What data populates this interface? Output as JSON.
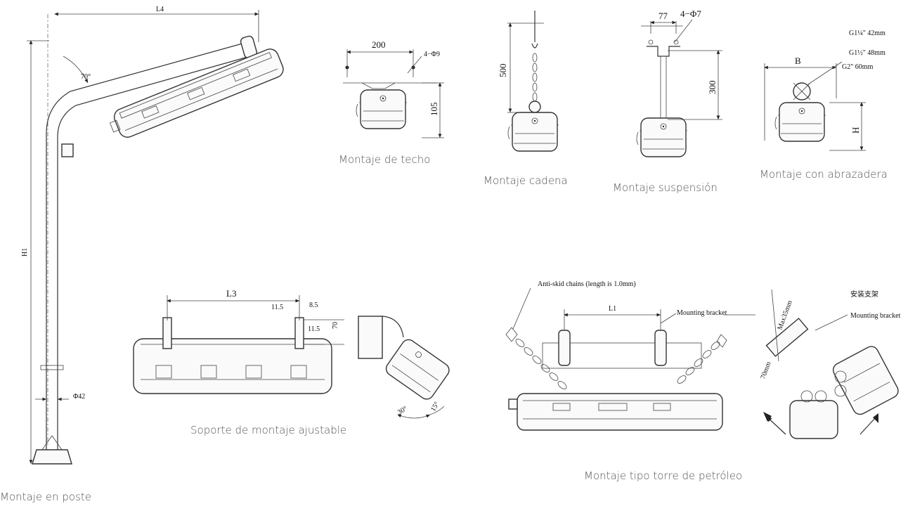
{
  "captions": {
    "pole": "Montaje en poste",
    "ceiling": "Montaje de techo",
    "chain": "Montaje cadena",
    "suspension": "Montaje suspensión",
    "clamp": "Montaje con abrazadera",
    "adjustable": "Soporte de montaje ajustable",
    "oil_tower": "Montaje tipo torre de petróleo"
  },
  "dimensions": {
    "pole_l4": "L4",
    "pole_h1": "H1",
    "pole_angle": "70°",
    "pole_dia": "Φ42",
    "ceiling_width": "200",
    "ceiling_holes": "4−Φ9",
    "ceiling_height": "105",
    "chain_length": "500",
    "susp_width": "77",
    "susp_holes": "4−Φ7",
    "susp_height": "300",
    "clamp_b": "B",
    "clamp_h": "H",
    "clamp_g1": "G1¼\" 42mm",
    "clamp_g2": "G1½\" 48mm",
    "clamp_g3": "G2\" 60mm",
    "adj_l3": "L3",
    "adj_115a": "11.5",
    "adj_85": "8.5",
    "adj_115b": "11.5",
    "adj_70": "70",
    "adj_30": "30°",
    "adj_15": "15°",
    "oil_chains": "Anti-skid chains (length is 1.0mm)",
    "oil_l1": "L1",
    "oil_bracket": "Mounting bracket",
    "oil_bracket_cn": "安装支架",
    "oil_bracket2": "Mounting bracket",
    "oil_max": "Max35mm",
    "oil_70": "70mm"
  }
}
